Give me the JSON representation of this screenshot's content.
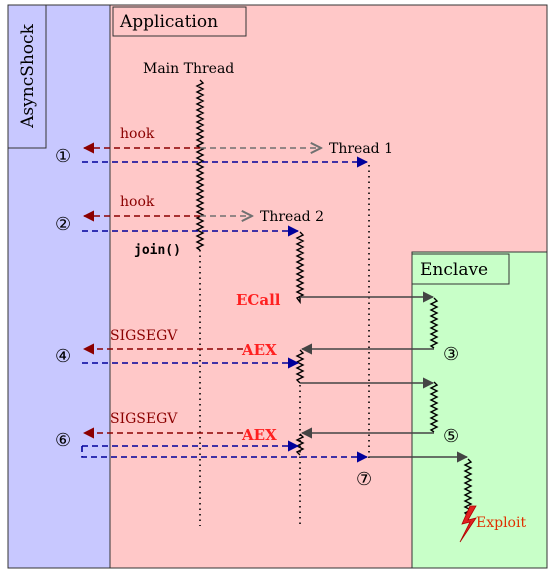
{
  "regions": {
    "asyncshock": "AsyncShock",
    "application": "Application",
    "enclave": "Enclave"
  },
  "threads": {
    "main": "Main Thread",
    "thread1": "Thread 1",
    "thread2": "Thread 2"
  },
  "labels": {
    "hook1": "hook",
    "hook2": "hook",
    "join": "join()",
    "ecall": "ECall",
    "sigsegv1": "SIGSEGV",
    "aex1": "AEX",
    "sigsegv2": "SIGSEGV",
    "aex2": "AEX",
    "exploit": "Exploit"
  },
  "steps": [
    "①",
    "②",
    "③",
    "④",
    "⑤",
    "⑥",
    "⑦"
  ],
  "colors": {
    "asyncshock_bg": "#c8c8ff",
    "application_bg": "#ffc8c8",
    "enclave_bg": "#c8ffc8",
    "hook_red": "#8b0000",
    "call_blue": "#00009b",
    "spawn_gray": "#707070",
    "highlight_red": "#ff2020",
    "exploit_orange": "#e03000"
  }
}
